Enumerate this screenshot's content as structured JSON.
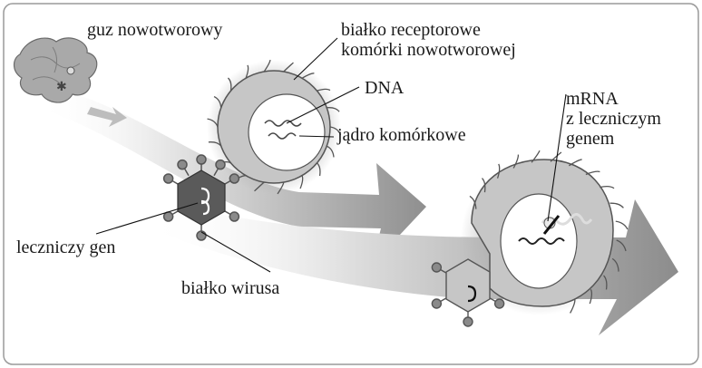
{
  "labels": {
    "tumor": "guz nowotworowy",
    "receptor_line1": "białko receptorowe",
    "receptor_line2": "komórki nowotworowej",
    "dna": "DNA",
    "nucleus": "jądro komórkowe",
    "mrna_line1": "mRNA",
    "mrna_line2": "z leczniczym",
    "mrna_line3": "genem",
    "therapeutic_gene": "leczniczy gen",
    "virus_protein": "białko wirusa"
  },
  "colors": {
    "frame": "#9a9a9a",
    "cell_fill": "#c4c4c4",
    "cell_stroke": "#555555",
    "nucleus_fill": "#ffffff",
    "virus_fill": "#5a5a5a",
    "arrow_dark": "#9c9c9c",
    "arrow_light": "#ececec"
  }
}
